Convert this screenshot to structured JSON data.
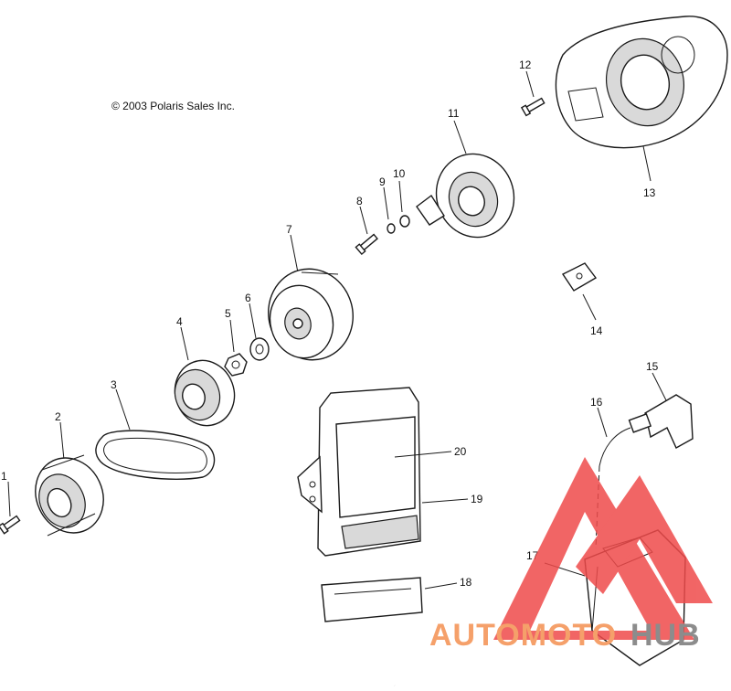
{
  "copyright": "© 2003 Polaris Sales Inc.",
  "callouts": [
    "1",
    "2",
    "3",
    "4",
    "5",
    "6",
    "7",
    "8",
    "9",
    "10",
    "11",
    "12",
    "13",
    "14",
    "15",
    "16",
    "17",
    "18",
    "19",
    "20"
  ],
  "watermark": {
    "part1": "AUTOMOTO",
    "part2": "HUB",
    "color_primary": "#f5a06a",
    "color_secondary": "#8c8c8c",
    "logo_color": "#ef4b4b"
  }
}
